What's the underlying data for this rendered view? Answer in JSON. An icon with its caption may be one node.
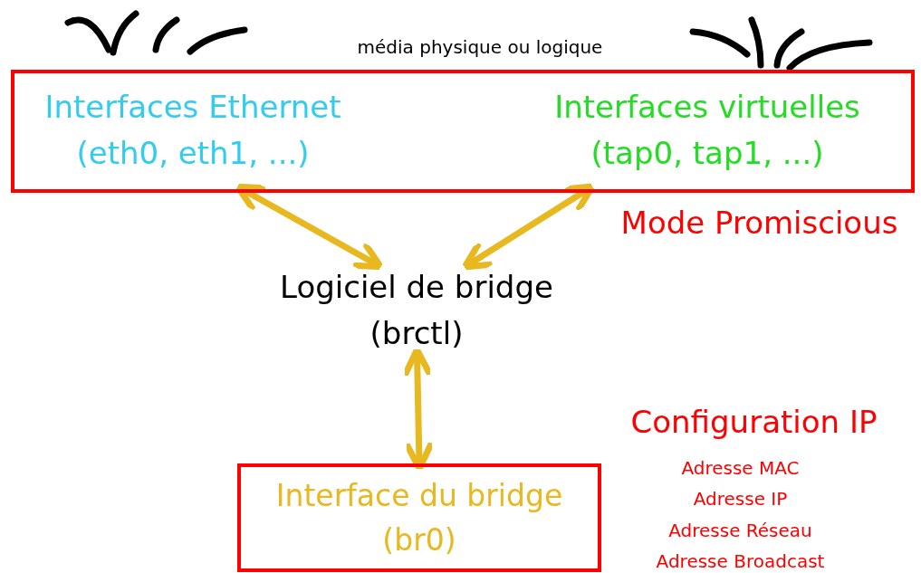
{
  "diagram": {
    "nodes": [
      {
        "text": [],
        "shape": "box"
      },
      {
        "text": [
          "Interfaces Ethernet",
          "(eth0, eth1, ...)"
        ],
        "in": 0
      },
      {
        "text": [
          "Interfaces virtuelles",
          "(tap0, tap1, ...)"
        ],
        "in": 0
      },
      {
        "text": [
          "Logiciel de bridge",
          "(brctl)"
        ]
      },
      {
        "text": [
          "Interface du bridge",
          "(br0)"
        ]
      }
    ],
    "edges": [
      {
        "from": 1,
        "to": 3,
        "arrow": "both"
      },
      {
        "from": 2,
        "to": 3,
        "arrow": "both"
      },
      {
        "from": 3,
        "to": 4,
        "arrow": "both"
      }
    ],
    "labels": [
      "média physique ou logique",
      "Mode Promiscious",
      "Configuration IP",
      "Adresse MAC",
      "Adresse IP",
      "Adresse Réseau",
      "Adresse Broadcast"
    ]
  }
}
